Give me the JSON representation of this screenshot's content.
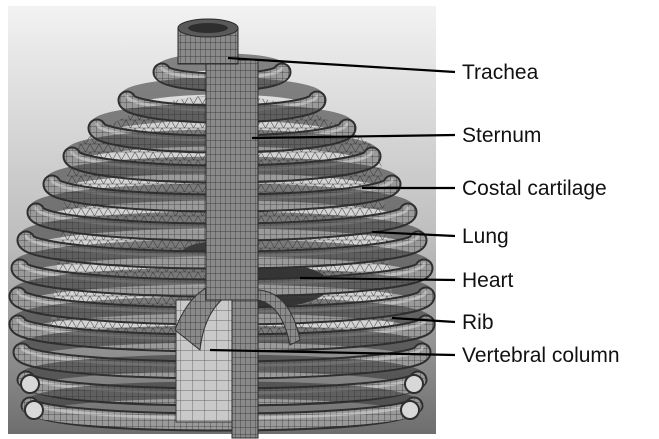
{
  "labels": [
    {
      "id": "trachea",
      "text": "Trachea"
    },
    {
      "id": "sternum",
      "text": "Sternum"
    },
    {
      "id": "costal",
      "text": "Costal cartilage"
    },
    {
      "id": "lung",
      "text": "Lung"
    },
    {
      "id": "heart",
      "text": "Heart"
    },
    {
      "id": "rib",
      "text": "Rib"
    },
    {
      "id": "vertebral",
      "text": "Vertebral column"
    }
  ],
  "colors": {
    "background_top": "#f2f2f2",
    "background_bottom": "#6e6e6e",
    "mesh_dark": "#2f2f2f",
    "mesh_light": "#d0d0d0",
    "text": "#111111"
  }
}
